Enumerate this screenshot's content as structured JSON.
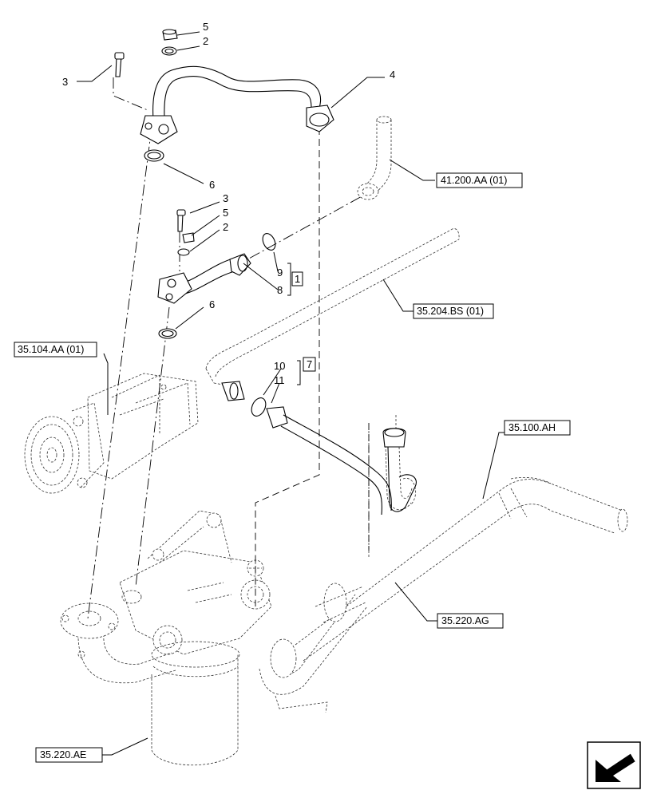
{
  "callouts": {
    "c5a": "5",
    "c2a": "2",
    "c3a": "3",
    "c4": "4",
    "c6a": "6",
    "c3b": "3",
    "c5b": "5",
    "c2b": "2",
    "c9": "9",
    "c8": "8",
    "c1": "1",
    "c6b": "6",
    "c10": "10",
    "c11": "11",
    "c7": "7"
  },
  "references": {
    "r41200": "41.200.AA (01)",
    "r35204": "35.204.BS (01)",
    "r35104": "35.104.AA (01)",
    "r35100": "35.100.AH",
    "r35220ag": "35.220.AG",
    "r35220ae": "35.220.AE"
  },
  "navigation": {
    "icon": "arrow-down-left-icon"
  }
}
